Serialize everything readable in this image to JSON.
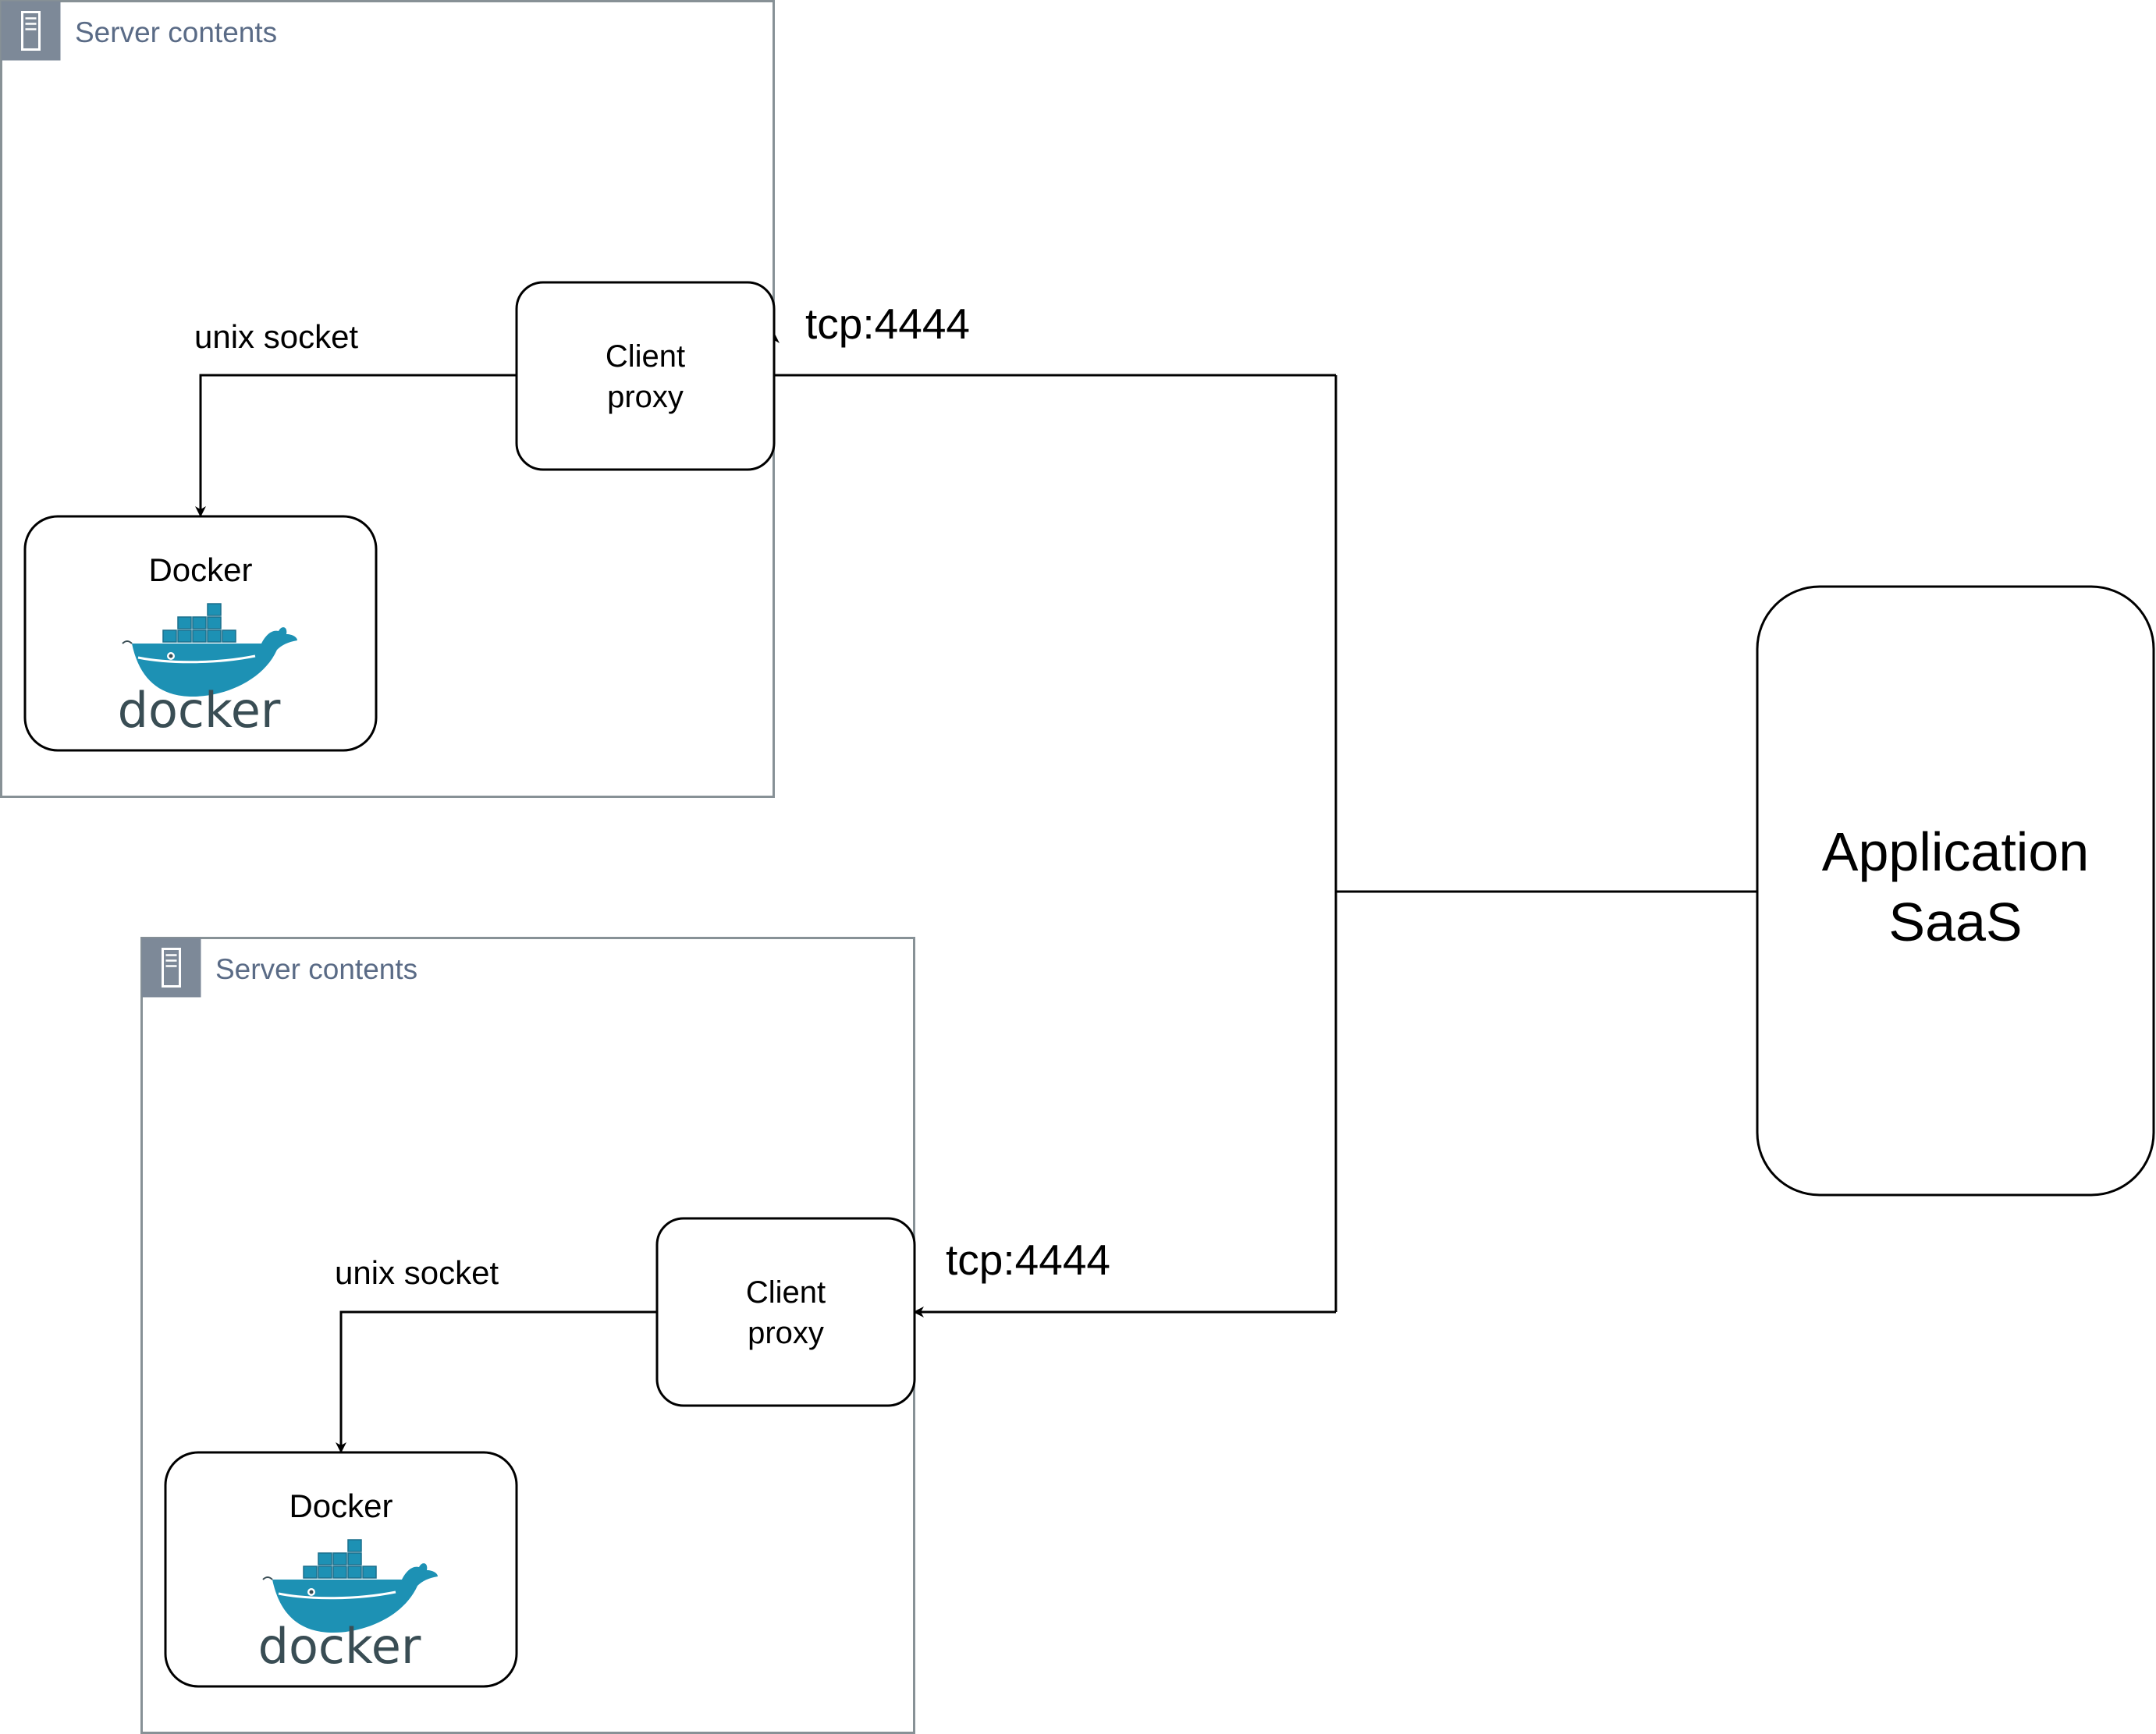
{
  "colors": {
    "group_border": "#879196",
    "group_icon_bg": "#7d8998",
    "group_label": "#5a6b86",
    "docker_blue": "#1d91b4",
    "docker_crate_dark": "#1b6f8c",
    "docker_text": "#394d54",
    "line": "#000000"
  },
  "groups": [
    {
      "label": "Server contents",
      "icon": "server-icon",
      "client_proxy": {
        "label_line1": "Client",
        "label_line2": "proxy"
      },
      "docker": {
        "label": "Docker",
        "logo_text": "docker",
        "logo_icon": "docker-whale-icon"
      },
      "socket_label": "unix socket",
      "tcp_label": "tcp:4444"
    },
    {
      "label": "Server contents",
      "icon": "server-icon",
      "client_proxy": {
        "label_line1": "Client",
        "label_line2": "proxy"
      },
      "docker": {
        "label": "Docker",
        "logo_text": "docker",
        "logo_icon": "docker-whale-icon"
      },
      "socket_label": "unix socket",
      "tcp_label": "tcp:4444"
    }
  ],
  "application": {
    "label_line1": "Application",
    "label_line2": "SaaS"
  }
}
